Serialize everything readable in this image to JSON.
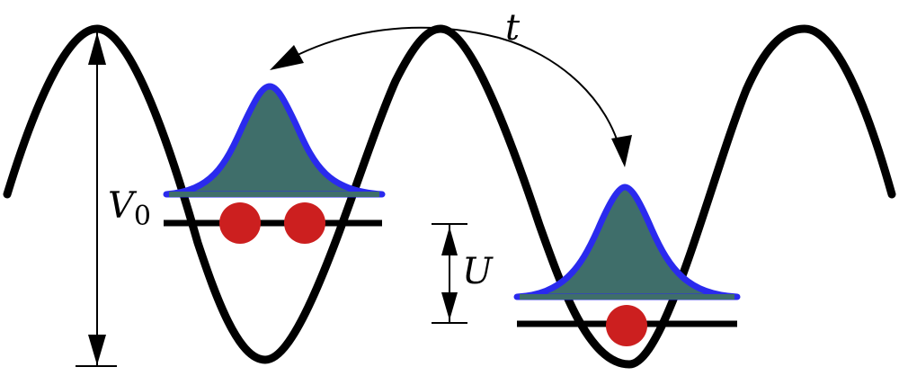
{
  "labels": {
    "tunneling": "t",
    "depth_symbol": "V",
    "depth_subscript": "0",
    "interaction": "U"
  },
  "colors": {
    "lattice": "#000000",
    "wavefunction_fill": "#3f6e6a",
    "wavefunction_outline": "#2020f0",
    "particle": "#cc1f1f",
    "arrow": "#000000"
  },
  "wells": [
    {
      "position": "left",
      "particles": 2
    },
    {
      "position": "right",
      "particles": 1
    }
  ]
}
